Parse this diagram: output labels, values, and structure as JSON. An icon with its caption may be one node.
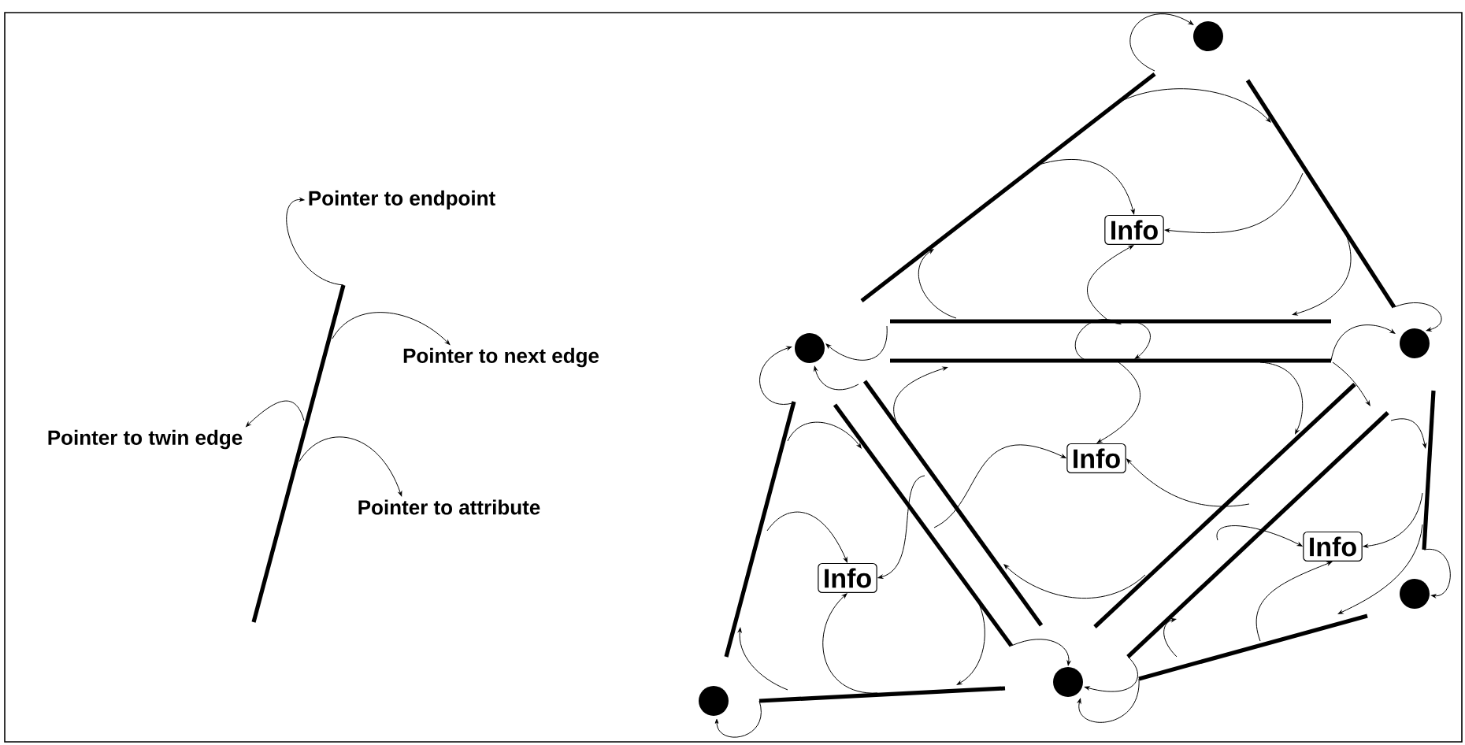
{
  "diagram": {
    "nodes": [
      {
        "text": [
          "Pointer to endpoint"
        ]
      },
      {
        "text": [
          "Info"
        ]
      },
      {
        "text": [
          "Pointer to next edge"
        ]
      },
      {
        "text": [
          "Pointer to twin edge"
        ]
      },
      {
        "text": [
          "Info"
        ]
      },
      {
        "text": [
          "Pointer to attribute"
        ]
      },
      {
        "text": [
          "Info"
        ]
      },
      {
        "text": [
          "Info"
        ]
      }
    ],
    "edges": [
      {
        "from": null,
        "to": 0,
        "arrow": "to"
      },
      {
        "from": null,
        "to": 2,
        "arrow": "to"
      },
      {
        "from": null,
        "to": 3,
        "arrow": "to"
      },
      {
        "from": null,
        "to": 5,
        "arrow": "to"
      },
      {
        "from": null,
        "to": 1,
        "arrow": "to"
      },
      {
        "from": null,
        "to": 1,
        "arrow": "to"
      },
      {
        "from": null,
        "to": 1,
        "arrow": "to"
      },
      {
        "from": null,
        "to": 4,
        "arrow": "to"
      },
      {
        "from": null,
        "to": 4,
        "arrow": "to"
      },
      {
        "from": null,
        "to": 4,
        "arrow": "to"
      },
      {
        "from": null,
        "to": 7,
        "arrow": "to"
      },
      {
        "from": null,
        "to": 7,
        "arrow": "to"
      },
      {
        "from": null,
        "to": 7,
        "arrow": "to"
      },
      {
        "from": null,
        "to": 6,
        "arrow": "to"
      },
      {
        "from": null,
        "to": 6,
        "arrow": "to"
      },
      {
        "from": null,
        "to": 6,
        "arrow": "to"
      }
    ]
  }
}
